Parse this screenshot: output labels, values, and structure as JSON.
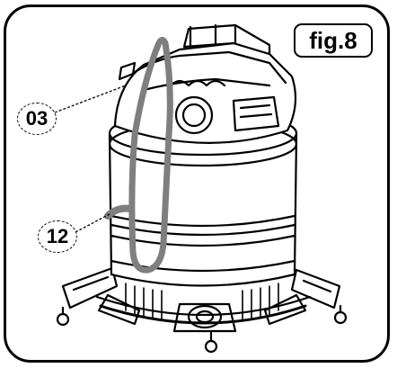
{
  "figure": {
    "label": "fig.8"
  },
  "callouts": [
    {
      "id": "03"
    },
    {
      "id": "12"
    }
  ],
  "colors": {
    "line": "#000000",
    "hose_highlight": "#7f7f7f",
    "background": "#ffffff"
  }
}
